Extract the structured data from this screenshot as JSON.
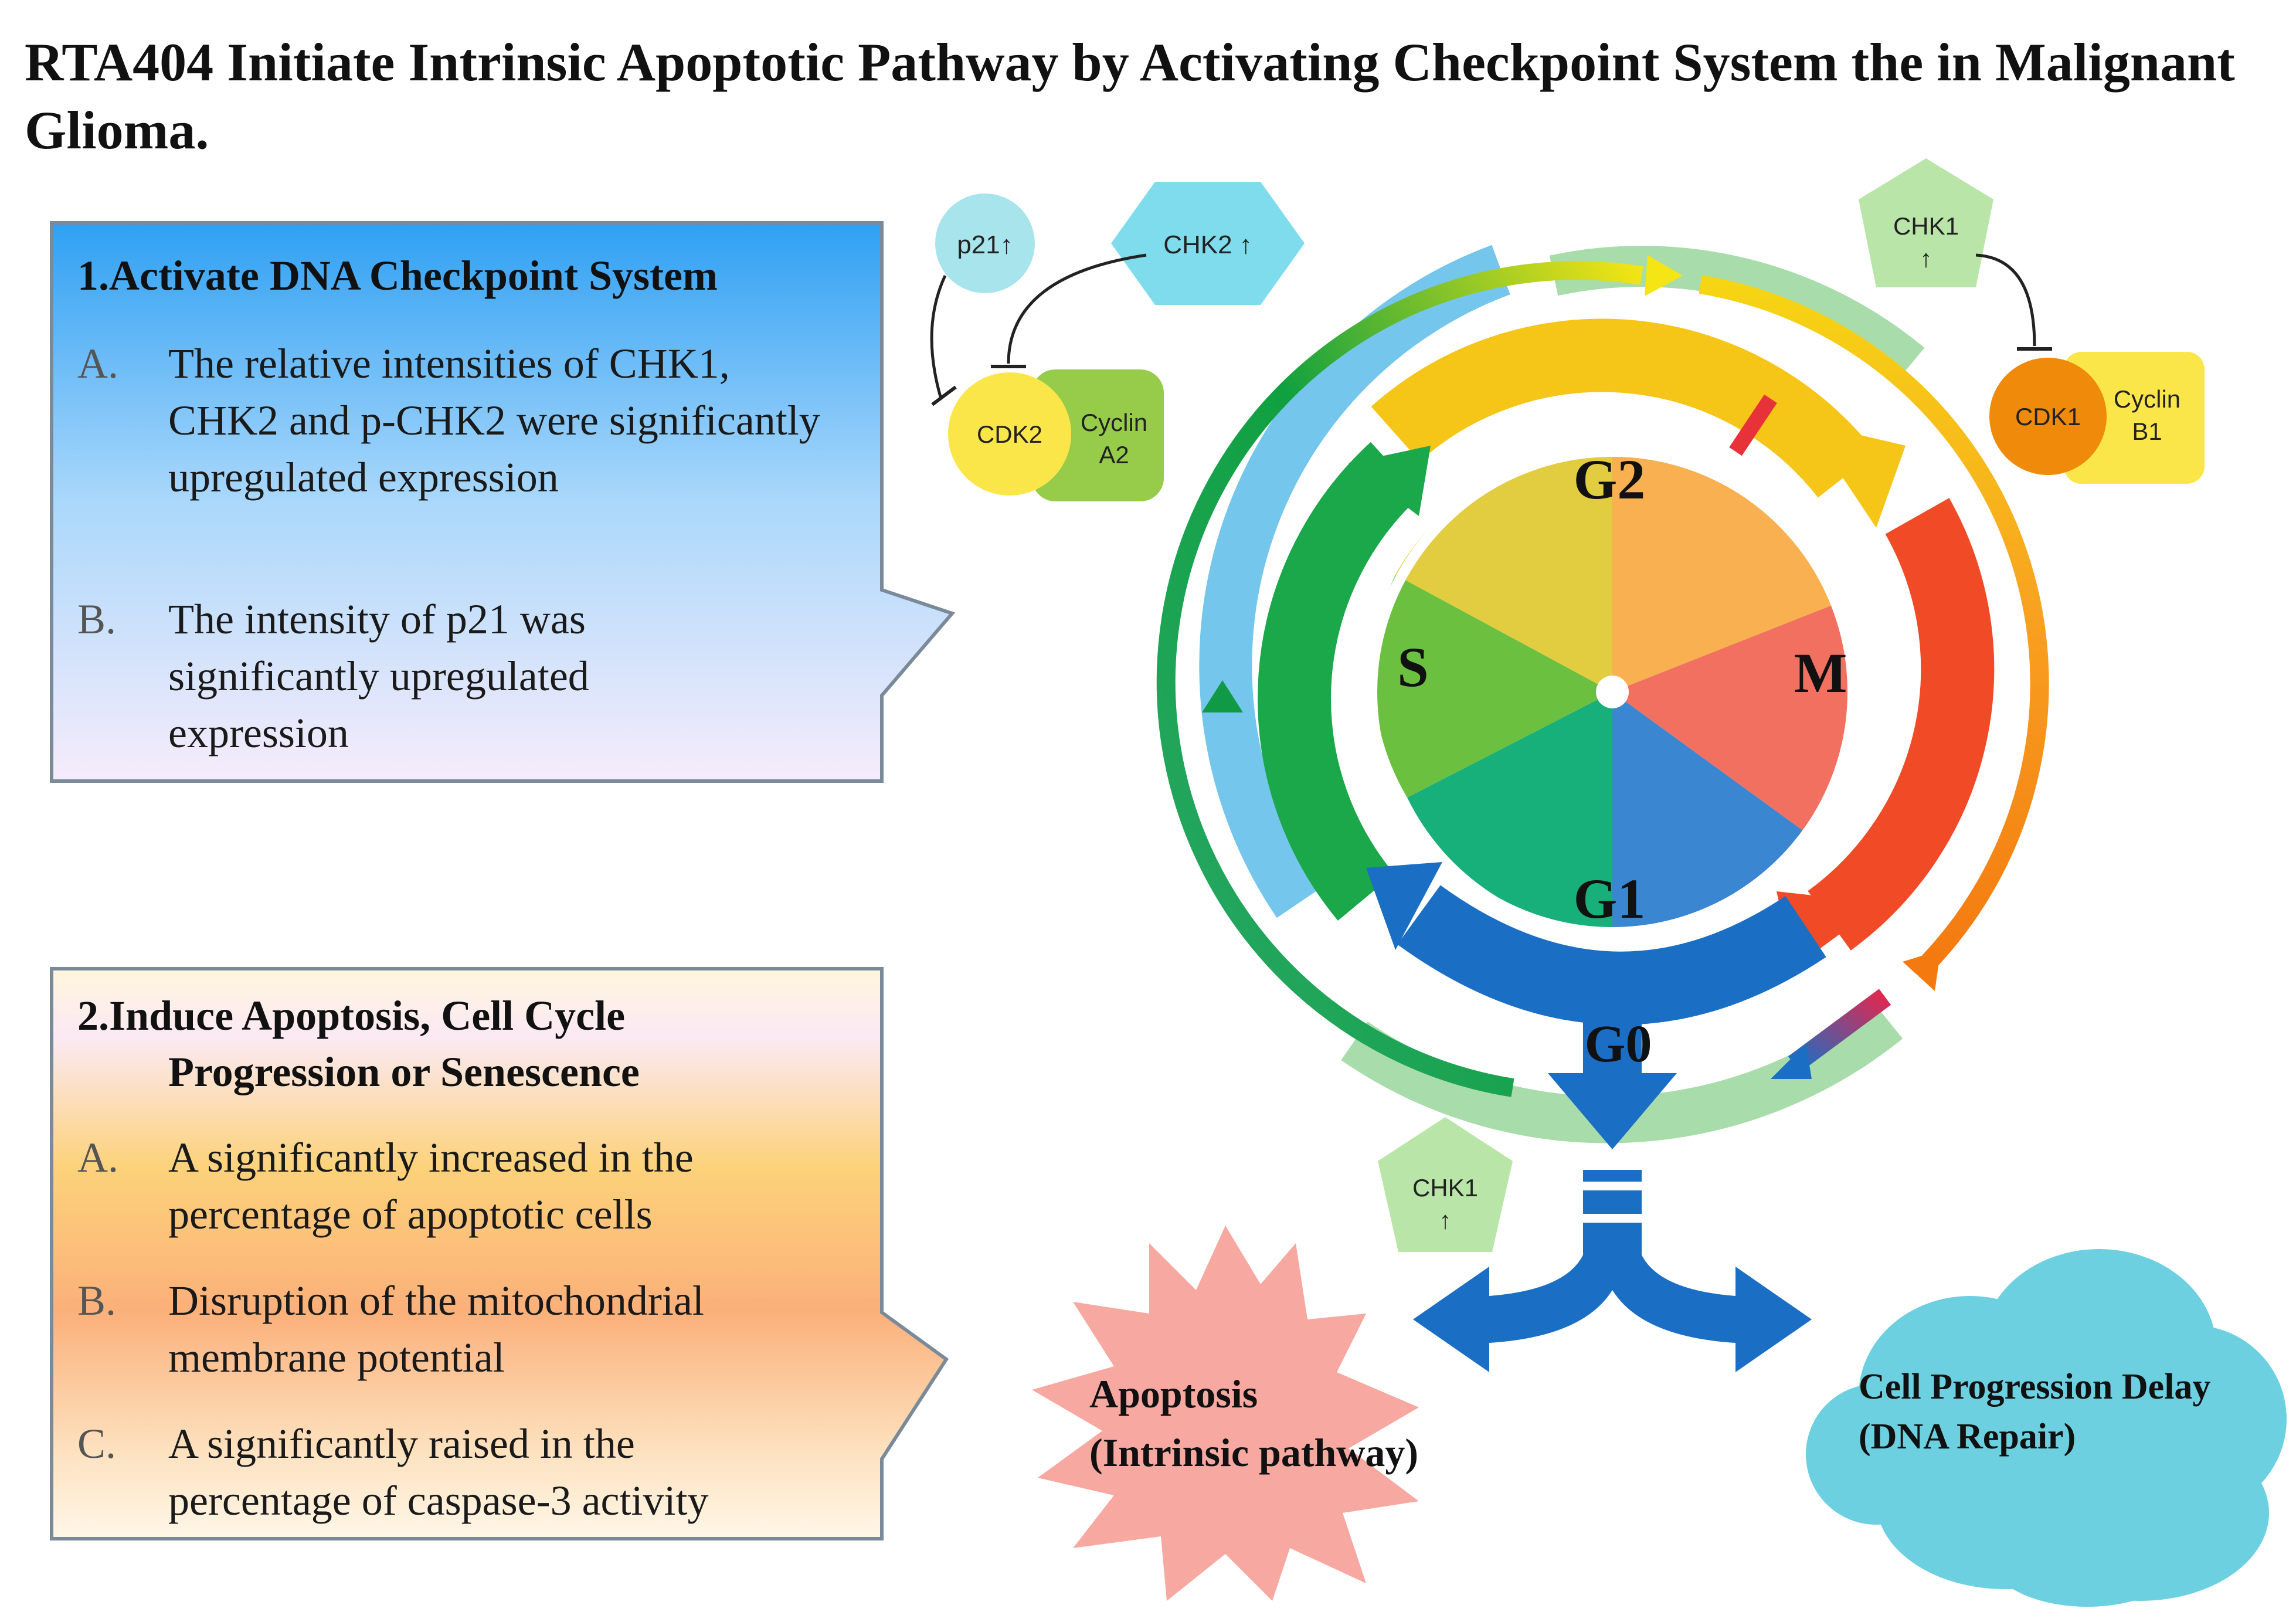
{
  "title": "RTA404 Initiate Intrinsic Apoptotic Pathway by Activating Checkpoint System the  in Malignant Glioma.",
  "panel1": {
    "heading": "1.Activate DNA Checkpoint System",
    "items": [
      {
        "letter": "A.",
        "text": "The relative intensities of CHK1, CHK2 and p-CHK2 were significantly upregulated expression"
      },
      {
        "letter": "B.",
        "text": "The intensity of p21 was significantly upregulated expression"
      }
    ]
  },
  "panel2": {
    "heading_line1": "2.Induce Apoptosis, Cell Cycle",
    "heading_line2": "Progression or Senescence",
    "items": [
      {
        "letter": "A.",
        "text": "A significantly  increased in the percentage of apoptotic cells"
      },
      {
        "letter": "B.",
        "text": "Disruption of the mitochondrial membrane potential"
      },
      {
        "letter": "C.",
        "text": "A significantly raised in the percentage of caspase-3 activity"
      }
    ]
  },
  "diagram": {
    "phases": {
      "g2": "G2",
      "s": "S",
      "m": "M",
      "g1": "G1",
      "g0": "G0"
    },
    "p21": "p21↑",
    "chk2": "CHK2 ↑",
    "chk1_top_line1": "CHK1",
    "chk1_top_line2": "↑",
    "chk1_bottom_line1": "CHK1",
    "chk1_bottom_line2": "↑",
    "cdk2": "CDK2",
    "cyclin_a2_line1": "Cyclin",
    "cyclin_a2_line2": "A2",
    "cdk1": "CDK1",
    "cyclin_b1_line1": "Cyclin",
    "cyclin_b1_line2": "B1",
    "apoptosis_line1": "Apoptosis",
    "apoptosis_line2": "(Intrinsic pathway)",
    "delay_line1": "Cell Progression Delay",
    "delay_line2": "(DNA Repair)"
  },
  "colors": {
    "g2": "#f5c518",
    "m": "#f04a26",
    "g1": "#1a6fc4",
    "s": "#1aa84a",
    "chk": "#b9e6a8",
    "chk2": "#7fdcec",
    "cdk1": "#f08a0a",
    "cyclin": "#fbe64a",
    "apoptosis": "#f7a8a0",
    "cloud": "#6cd0e0"
  }
}
